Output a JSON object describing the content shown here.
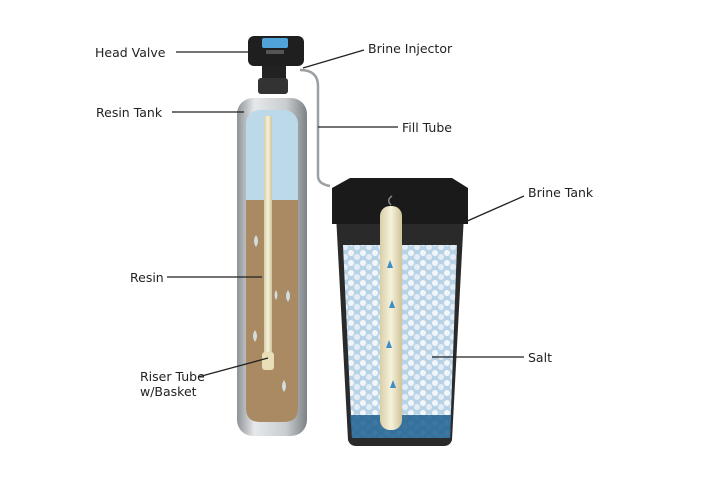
{
  "labels": {
    "head_valve": "Head Valve",
    "brine_injector": "Brine Injector",
    "resin_tank": "Resin Tank",
    "fill_tube": "Fill Tube",
    "brine_tank": "Brine Tank",
    "resin": "Resin",
    "salt": "Salt",
    "riser_tube_line1": "Riser Tube",
    "riser_tube_line2": "w/Basket"
  },
  "colors": {
    "water": "#bcd9ea",
    "resin": "#a98a63",
    "tank_body": "#2a2a2a",
    "brine_water": "#1d5f8f",
    "salt": "#e8f0f6"
  }
}
